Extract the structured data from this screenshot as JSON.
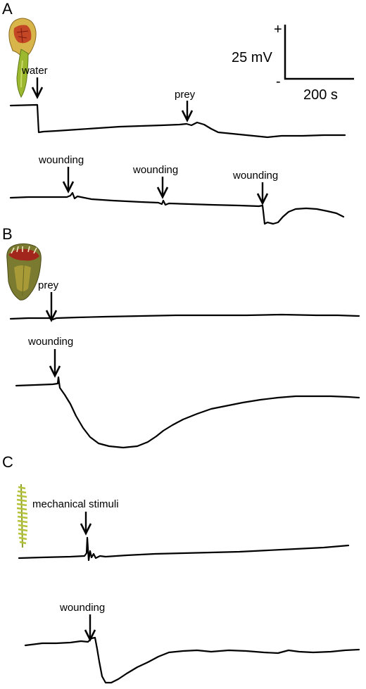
{
  "panels": {
    "a": {
      "label": "A",
      "annotations": [
        "water",
        "prey",
        "wounding",
        "wounding",
        "wounding"
      ]
    },
    "b": {
      "label": "B",
      "annotations": [
        "prey",
        "wounding"
      ]
    },
    "c": {
      "label": "C",
      "annotations": [
        "mechanical stimuli",
        "wounding"
      ]
    }
  },
  "scale_bar": {
    "voltage_label": "25 mV",
    "time_label": "200 s",
    "plus_sign": "+",
    "minus_sign": "-"
  },
  "colors": {
    "trace": "#000000",
    "background": "#ffffff"
  },
  "icons": {
    "a": "sarracenia-pitcher-icon",
    "b": "pitcher-plant-icon",
    "c": "fern-frond-icon"
  }
}
